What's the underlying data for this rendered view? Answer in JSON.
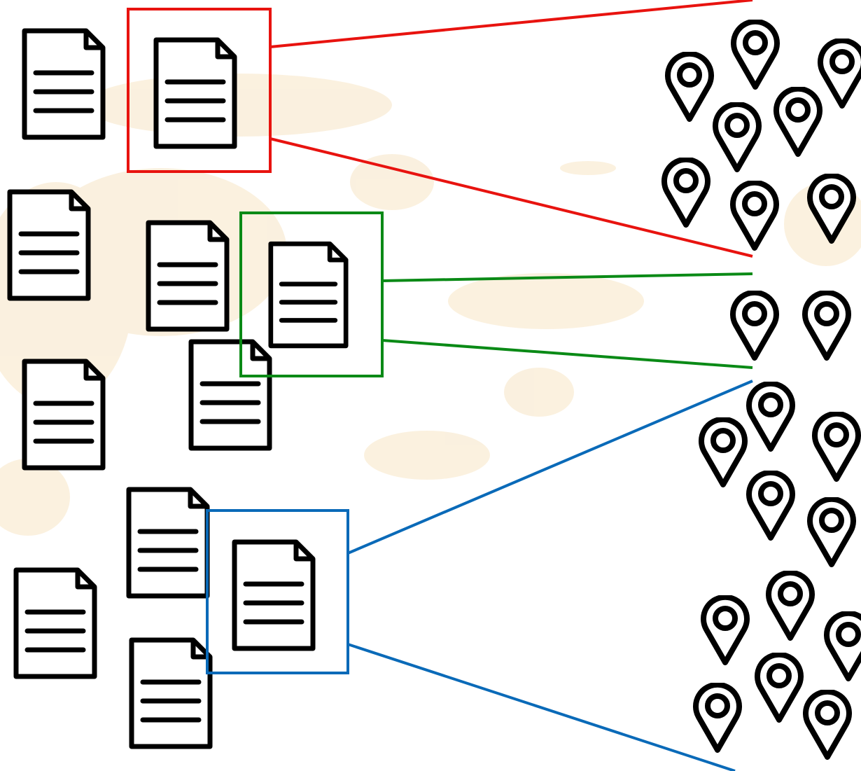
{
  "colors": {
    "background": "#ffffff",
    "watermark": "#f3d7a4",
    "icon_stroke": "#000000",
    "group_red": "#e8130f",
    "group_green": "#0a8a16",
    "group_blue": "#0a6ab8"
  },
  "icons": {
    "document": "document-icon",
    "location": "map-pin-icon"
  },
  "groups": [
    {
      "name": "red-group",
      "color_key": "group_red"
    },
    {
      "name": "green-group",
      "color_key": "group_green"
    },
    {
      "name": "blue-group",
      "color_key": "group_blue"
    }
  ]
}
